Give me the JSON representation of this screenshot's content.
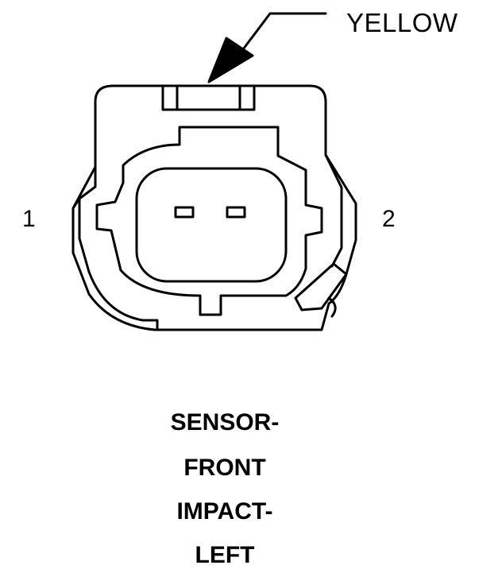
{
  "callout": {
    "color_label": "YELLOW"
  },
  "pins": [
    {
      "label": "1"
    },
    {
      "label": "2"
    }
  ],
  "title_lines": [
    "SENSOR-",
    "FRONT",
    "IMPACT-",
    "LEFT"
  ]
}
